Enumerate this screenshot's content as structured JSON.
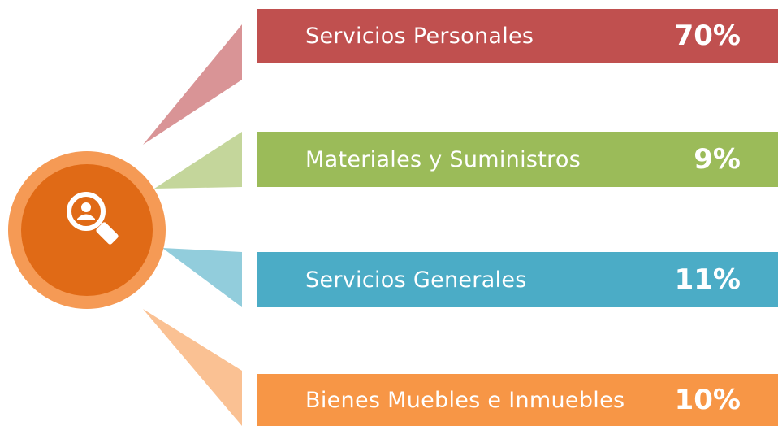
{
  "categories": [
    {
      "label": "Servicios Personales",
      "value": "70%",
      "color": "#c0504f",
      "connector_color": "#d99496"
    },
    {
      "label": "Materiales y Suministros",
      "value": "9%",
      "color": "#9bbb59",
      "connector_color": "#c4d69b"
    },
    {
      "label": "Servicios Generales",
      "value": "11%",
      "color": "#4bacc6",
      "connector_color": "#92cddc"
    },
    {
      "label": "Bienes Muebles e Inmuebles",
      "value": "10%",
      "color": "#f79646",
      "connector_color": "#fac193"
    }
  ],
  "hub": {
    "icon": "user-search-icon",
    "outer_color": "#f59a55",
    "inner_color": "#e06a16"
  }
}
